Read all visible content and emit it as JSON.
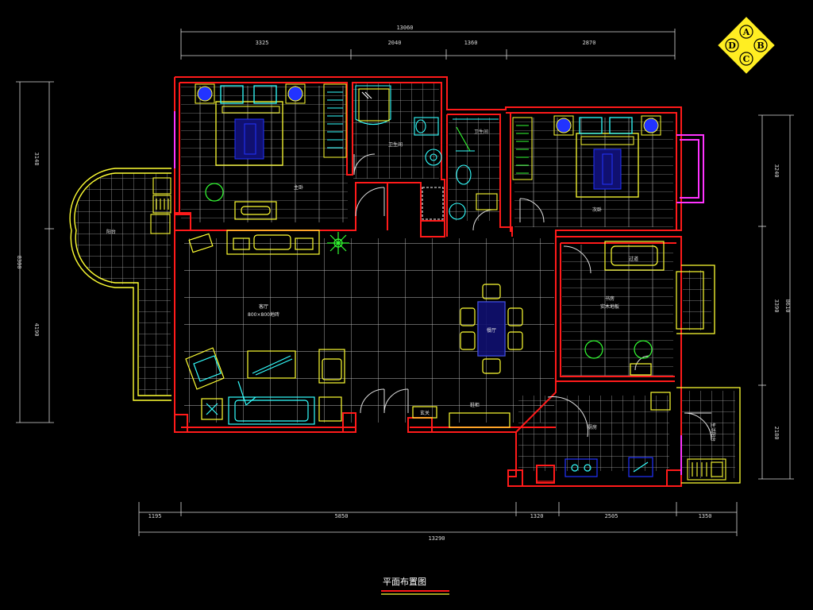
{
  "drawing": {
    "title": "平面布置图",
    "logo_letters": [
      "A",
      "B",
      "C",
      "D"
    ],
    "colors": {
      "background": "#000000",
      "wall": "#ff1a1a",
      "frame": "#ffff33",
      "furniture": "#33ffff",
      "fixture": "#ffff33",
      "plant": "#33ff33",
      "accent": "#ff33ff",
      "blue": "#2233ff",
      "grid": "#b0b0b0",
      "dimension": "#d8d8d8"
    }
  },
  "dimensions": {
    "top_total": "13060",
    "top_parts": [
      "3325",
      "2040",
      "1360",
      "2870"
    ],
    "bottom_total": "13290",
    "bottom_parts": [
      "1195",
      "5850",
      "1320",
      "2505",
      "1350"
    ],
    "left_parts": [
      "3148",
      "4190"
    ],
    "left_total": "8300",
    "right_parts": [
      "3240",
      "3390",
      "2180"
    ],
    "right_side": "8610"
  },
  "rooms": {
    "master_bedroom": "主卧",
    "balcony": "阳台",
    "bath_1": "卫生间",
    "bath_2": "卫生间",
    "corridor": "过道",
    "second_bedroom": "次卧",
    "living_room": "客厅",
    "living_floor": "800×800地砖",
    "dining": "餐厅",
    "study": "书房",
    "study_floor": "实木地板",
    "kitchen": "厨房",
    "utility_balcony": "生活阳台",
    "entry": "玄关",
    "shoe_cabinet": "鞋柜"
  }
}
